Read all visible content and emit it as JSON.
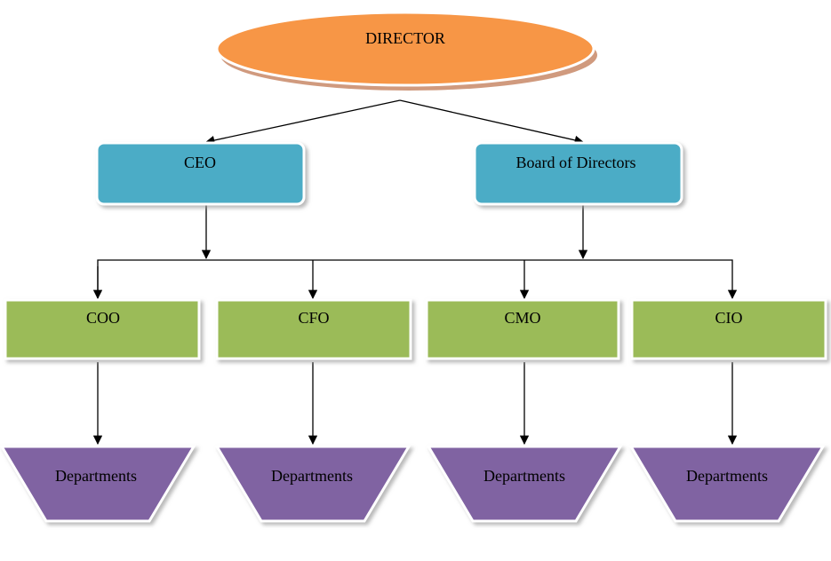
{
  "root": {
    "label": "DIRECTOR",
    "fill": "#f79646",
    "rim": "#d09a7e"
  },
  "level1": [
    {
      "label": "CEO",
      "fill": "#4bacc6"
    },
    {
      "label": "Board of Directors",
      "fill": "#4bacc6"
    }
  ],
  "level2": [
    {
      "label": "COO",
      "fill": "#9bbb59"
    },
    {
      "label": "CFO",
      "fill": "#9bbb59"
    },
    {
      "label": "CMO",
      "fill": "#9bbb59"
    },
    {
      "label": "CIO",
      "fill": "#9bbb59"
    }
  ],
  "level3": [
    {
      "label": "Departments",
      "fill": "#8064a2"
    },
    {
      "label": "Departments",
      "fill": "#8064a2"
    },
    {
      "label": "Departments",
      "fill": "#8064a2"
    },
    {
      "label": "Departments",
      "fill": "#8064a2"
    }
  ],
  "connector_color": "#000000"
}
